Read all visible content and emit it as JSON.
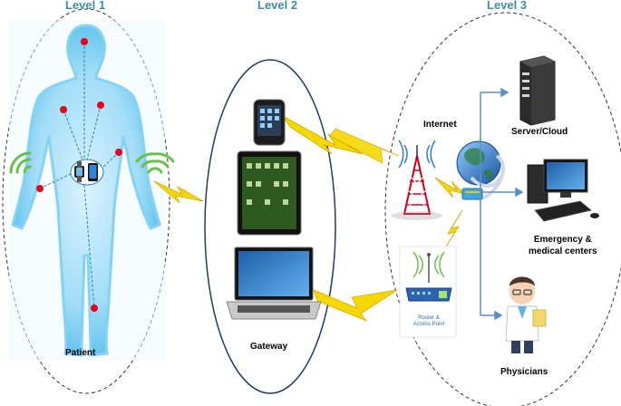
{
  "levels": {
    "level1": {
      "title": "Level 1",
      "label": "Patient"
    },
    "level2": {
      "title": "Level 2",
      "label": "Gateway"
    },
    "level3": {
      "title": "Level 3",
      "internet": "Internet",
      "router_line1": "Router &",
      "router_line2": "Access Point",
      "server": "Server/Cloud",
      "emergency_line1": "Emergency &",
      "emergency_line2": "medical centers",
      "physicians": "Physicians"
    }
  },
  "colors": {
    "level_title": "#3e8f9c",
    "arrow": "#5b8fc7",
    "lightning": "#f5d800",
    "sensor": "#e8001c",
    "body_glow": "#8fd3f4",
    "wifi": "#6cc04a"
  },
  "icons": [
    "smartwatch-icon",
    "smartphone-icon",
    "tablet-icon",
    "laptop-icon",
    "cell-tower-icon",
    "globe-icon",
    "router-icon",
    "server-icon",
    "desktop-computer-icon",
    "physician-icon",
    "wifi-icon",
    "lightning-icon"
  ]
}
